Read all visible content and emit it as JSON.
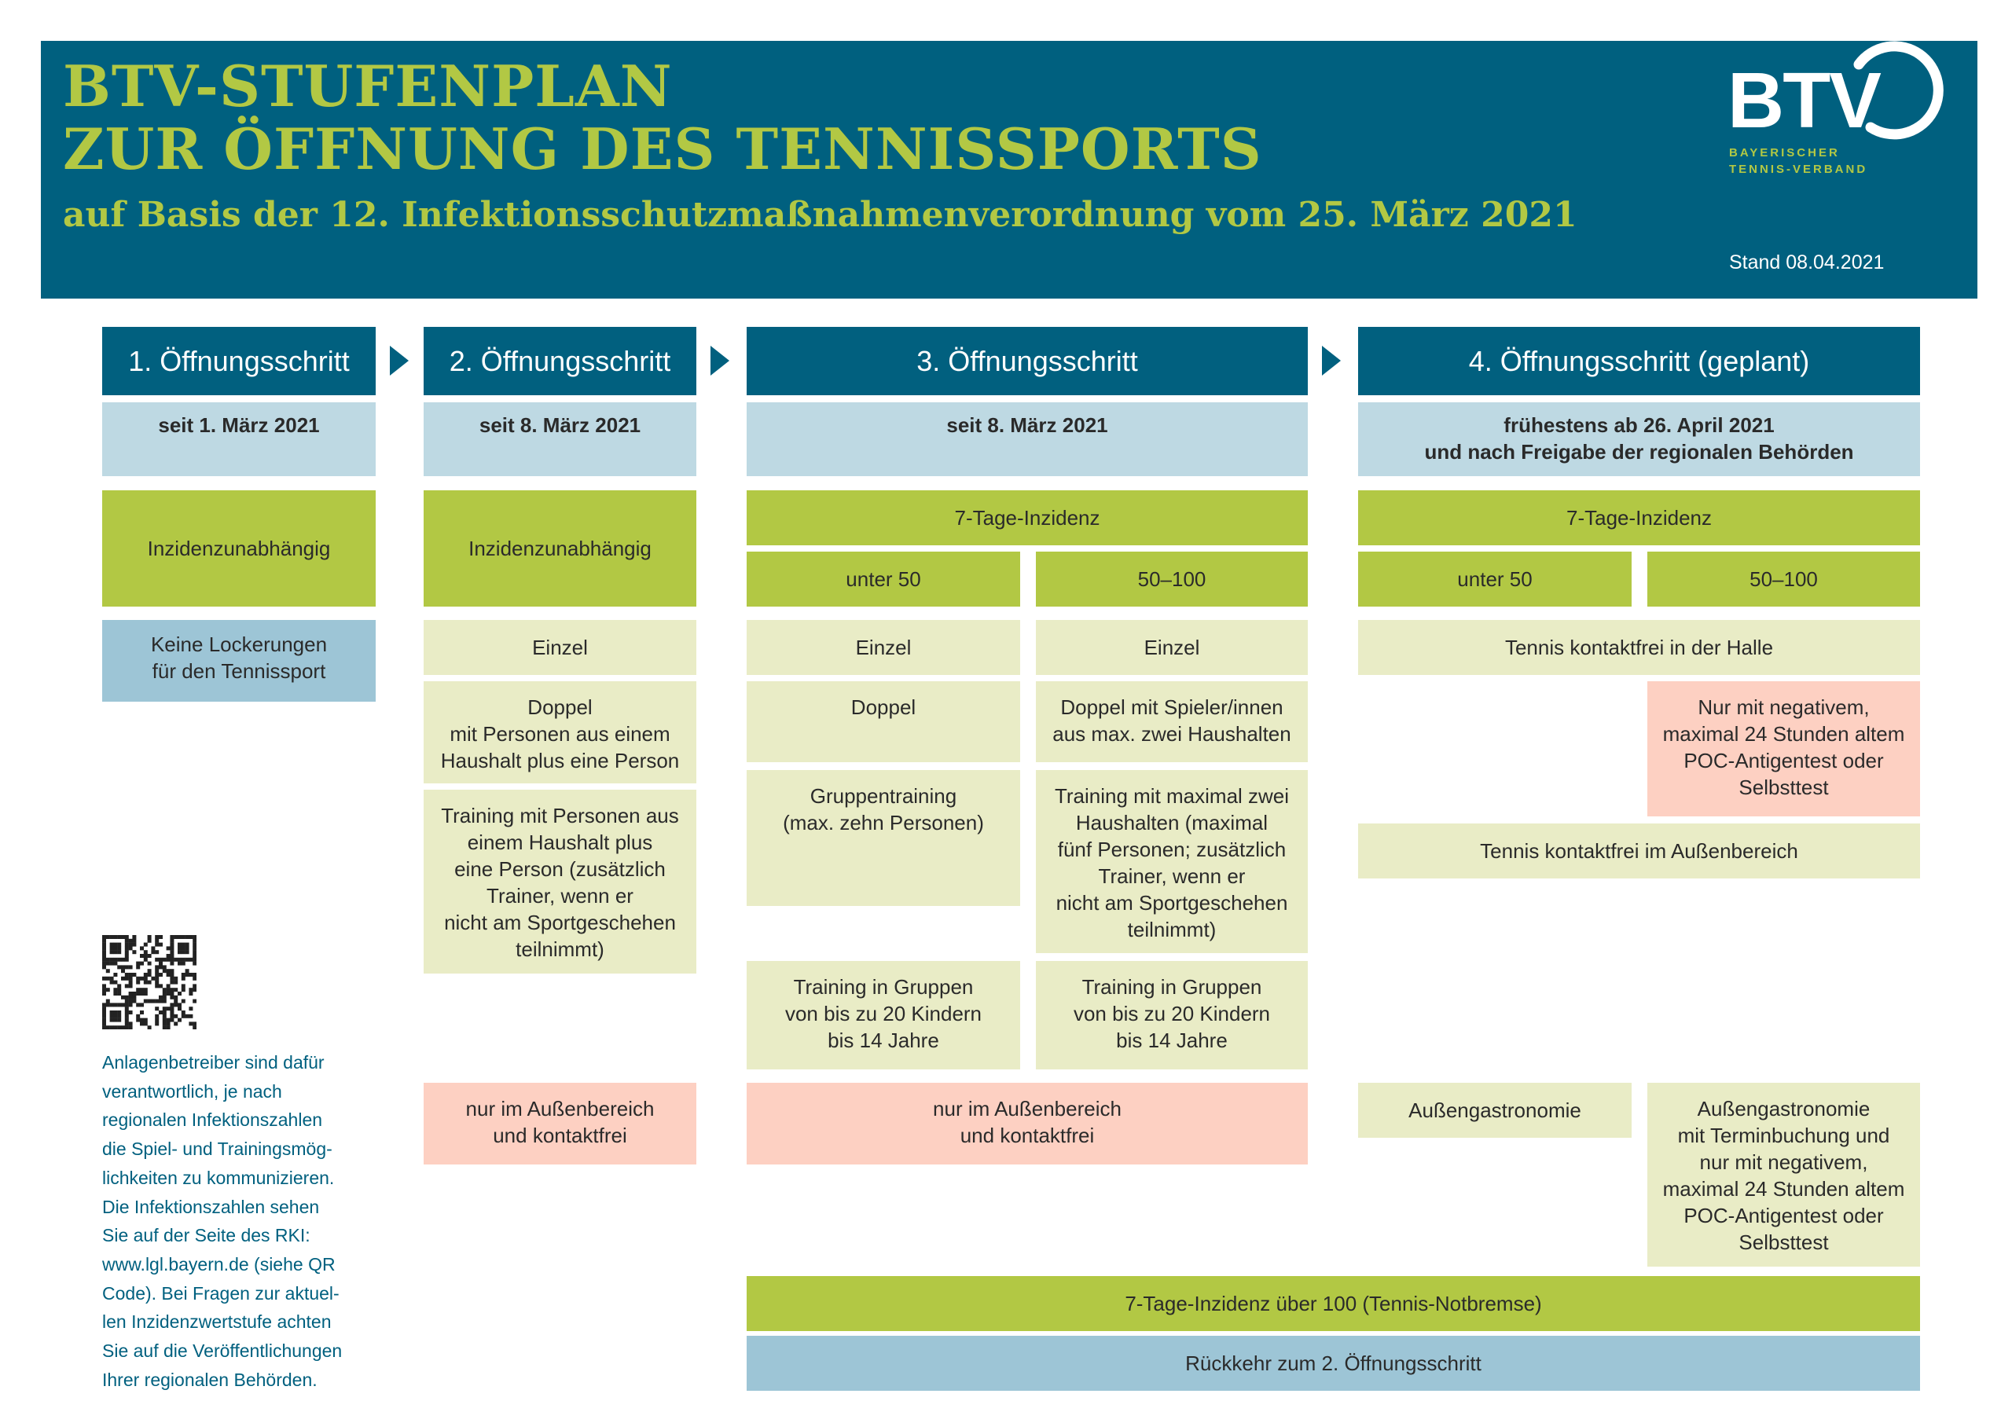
{
  "header": {
    "title_line1": "BTV-STUFENPLAN",
    "title_line2": "ZUR ÖFFNUNG DES TENNISSPORTS",
    "subtitle": "auf Basis der 12. Infektionsschutzmaßnahmenverordnung vom 25. März 2021",
    "logo_text": "BTV",
    "logo_subtitle": "BAYERISCHER\nTENNIS-VERBAND",
    "stand": "Stand 08.04.2021"
  },
  "steps": [
    {
      "title": "1. Öffnungsschritt",
      "date": "seit 1. März 2021",
      "incidence": "Inzidenzunabhängig",
      "cells": [
        "Keine Lockerungen\nfür den Tennissport"
      ]
    },
    {
      "title": "2. Öffnungsschritt",
      "date": "seit 8. März 2021",
      "incidence": "Inzidenzunabhängig",
      "cells": [
        "Einzel",
        "Doppel\nmit Personen aus einem\nHaushalt plus eine Person",
        "Training mit Personen aus\neinem Haushalt plus\neine Person (zusätzlich\nTrainer, wenn er\nnicht am Sportgeschehen\nteilnimmt)",
        "nur im Außenbereich\nund kontaktfrei"
      ]
    },
    {
      "title": "3. Öffnungsschritt",
      "date": "seit 8. März 2021",
      "incidence": "7-Tage-Inzidenz",
      "bands": [
        "unter 50",
        "50–100"
      ],
      "cells_under50": [
        "Einzel",
        "Doppel",
        "Gruppentraining\n(max. zehn Personen)",
        "Training in Gruppen\nvon bis zu 20 Kindern\nbis 14 Jahre"
      ],
      "cells_50_100": [
        "Einzel",
        "Doppel mit Spieler/innen\naus max. zwei Haushalten",
        "Training mit maximal zwei\nHaushalten (maximal\nfünf Personen; zusätzlich\nTrainer, wenn er\nnicht am Sportgeschehen\nteilnimmt)",
        "Training in Gruppen\nvon bis zu 20 Kindern\nbis 14 Jahre"
      ],
      "footer": "nur im Außenbereich\nund kontaktfrei"
    },
    {
      "title": "4. Öffnungsschritt (geplant)",
      "date": "frühestens ab 26. April 2021\nund nach Freigabe der regionalen Behörden",
      "incidence": "7-Tage-Inzidenz",
      "bands": [
        "unter 50",
        "50–100"
      ],
      "halle": "Tennis kontaktfrei in der Halle",
      "test_note": "Nur mit negativem,\nmaximal 24 Stunden altem\nPOC-Antigentest oder\nSelbsttest",
      "aussen": "Tennis kontaktfrei im Außenbereich",
      "gastro_under50": "Außengastronomie",
      "gastro_50_100": "Außengastronomie\nmit Terminbuchung und\nnur mit negativem,\nmaximal 24 Stunden altem\nPOC-Antigentest oder\nSelbsttest"
    }
  ],
  "notbremse": {
    "condition": "7-Tage-Inzidenz über 100 (Tennis-Notbremse)",
    "action": "Rückkehr zum 2. Öffnungsschritt"
  },
  "side_note": "Anlagenbetreiber sind dafür\nverantwortlich, je nach\nregionalen Infektionszahlen\ndie Spiel- und Trainingsmög-\nlichkeiten zu kommunizieren.\nDie Infektionszahlen sehen\nSie auf der Seite des RKI:\nwww.lgl.bayern.de (siehe QR\nCode). Bei Fragen zur aktuel-\nlen Inzidenzwertstufe achten\nSie auf die Veröffentlichungen\nIhrer regionalen Behörden.",
  "colors": {
    "banner": "#00607f",
    "title_green": "#b2c844",
    "step_header": "#01607f",
    "date_bg": "#bed9e3",
    "green": "#b2c844",
    "pale_green": "#e9ecc6",
    "pink": "#fdd0c2",
    "blue": "#9dc5d6"
  }
}
